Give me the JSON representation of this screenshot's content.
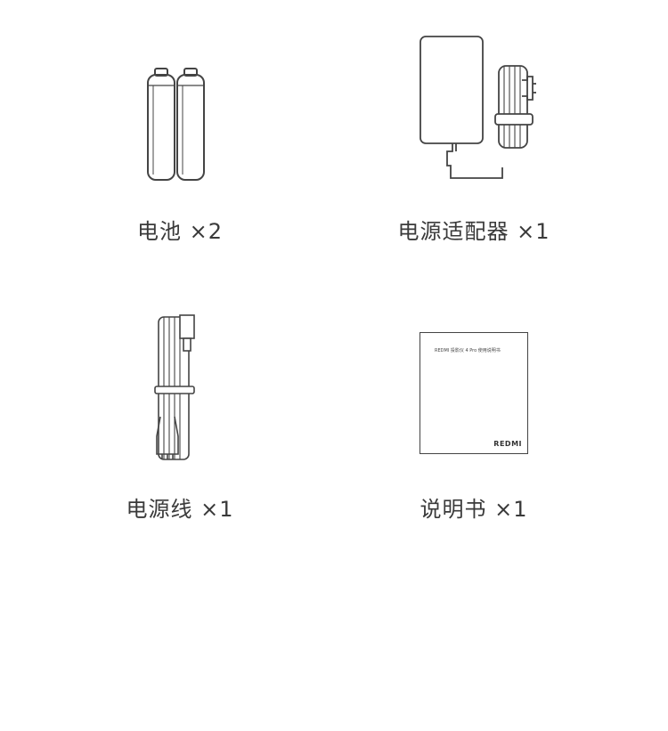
{
  "items": [
    {
      "label": "电池 ×2",
      "icon": "batteries-icon"
    },
    {
      "label": "电源适配器 ×1",
      "icon": "power-adapter-icon"
    },
    {
      "label": "电源线 ×1",
      "icon": "power-cable-icon"
    },
    {
      "label": "说明书 ×1",
      "icon": "manual-icon"
    }
  ],
  "manual": {
    "cover_title": "REDMI 投影仪 4 Pro 使用说明书",
    "brand": "REDMI"
  }
}
